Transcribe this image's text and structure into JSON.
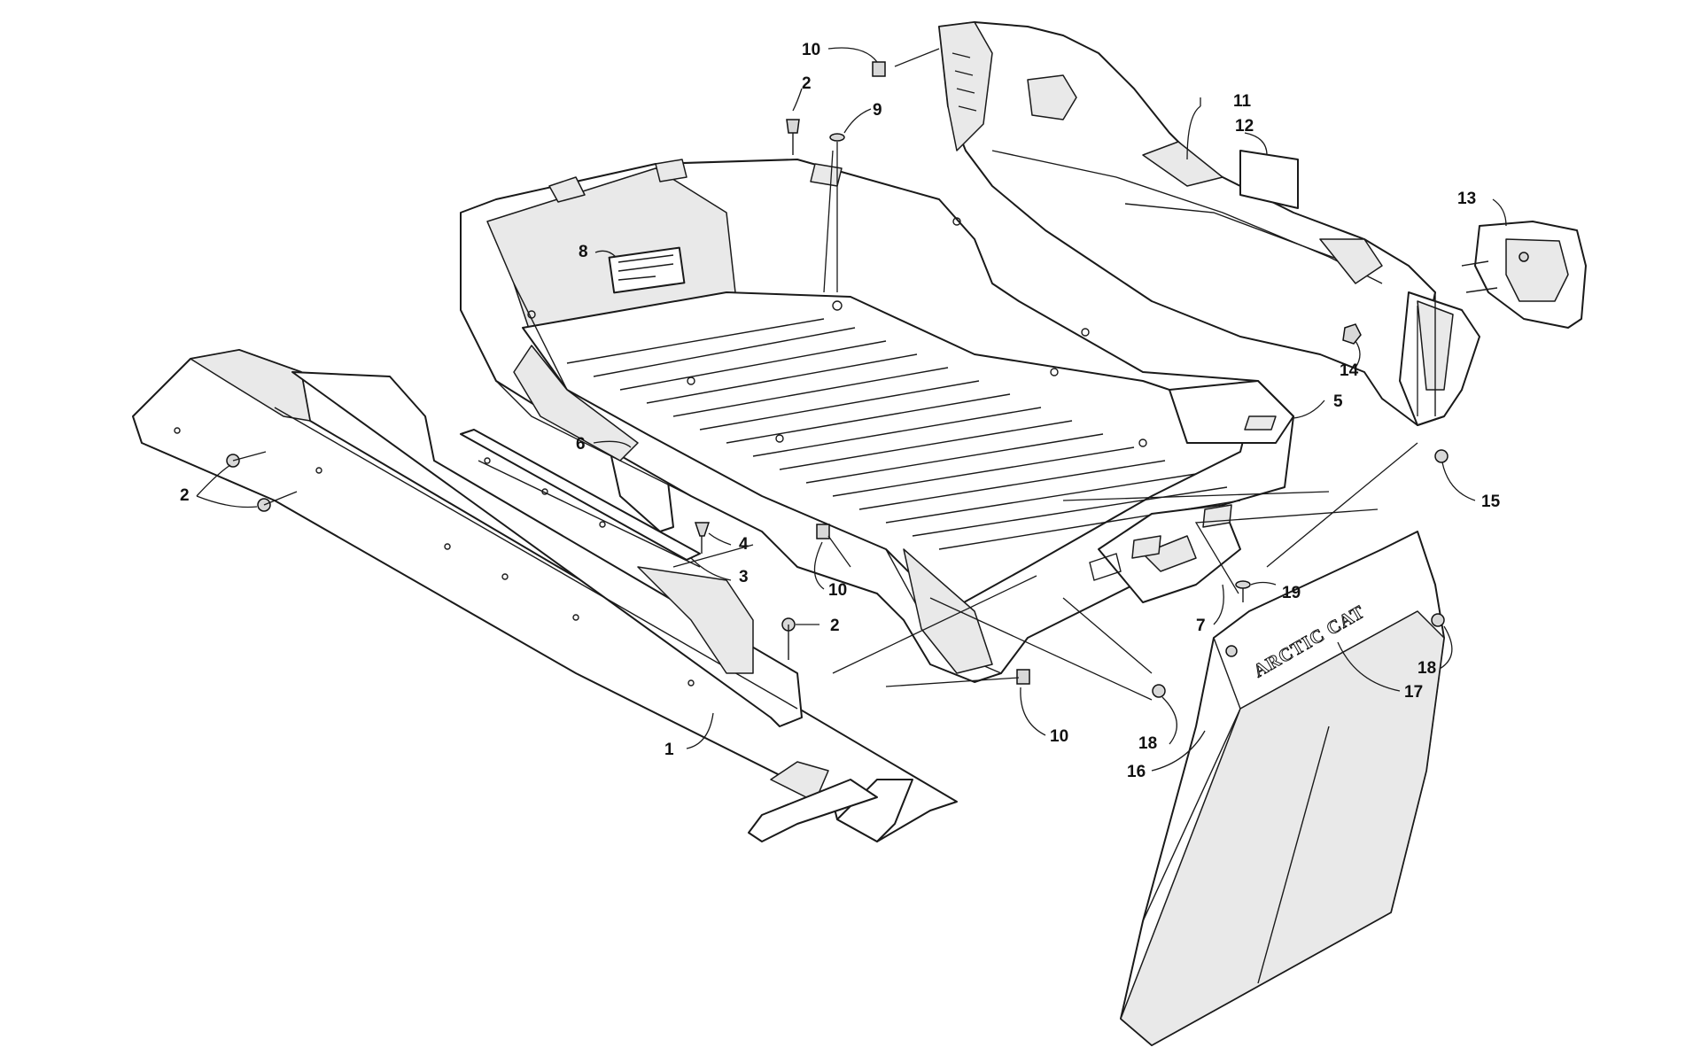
{
  "diagram": {
    "brand_text": "ARCTIC CAT",
    "callouts": [
      {
        "id": "c1",
        "label": "1"
      },
      {
        "id": "c2a",
        "label": "2"
      },
      {
        "id": "c2b",
        "label": "2"
      },
      {
        "id": "c2c",
        "label": "2"
      },
      {
        "id": "c3",
        "label": "3"
      },
      {
        "id": "c4",
        "label": "4"
      },
      {
        "id": "c5",
        "label": "5"
      },
      {
        "id": "c6",
        "label": "6"
      },
      {
        "id": "c7",
        "label": "7"
      },
      {
        "id": "c8",
        "label": "8"
      },
      {
        "id": "c9",
        "label": "9"
      },
      {
        "id": "c10a",
        "label": "10"
      },
      {
        "id": "c10b",
        "label": "10"
      },
      {
        "id": "c10c",
        "label": "10"
      },
      {
        "id": "c11",
        "label": "11"
      },
      {
        "id": "c12",
        "label": "12"
      },
      {
        "id": "c13",
        "label": "13"
      },
      {
        "id": "c14",
        "label": "14"
      },
      {
        "id": "c15",
        "label": "15"
      },
      {
        "id": "c16",
        "label": "16"
      },
      {
        "id": "c17",
        "label": "17"
      },
      {
        "id": "c18a",
        "label": "18"
      },
      {
        "id": "c18b",
        "label": "18"
      },
      {
        "id": "c19",
        "label": "19"
      }
    ]
  }
}
